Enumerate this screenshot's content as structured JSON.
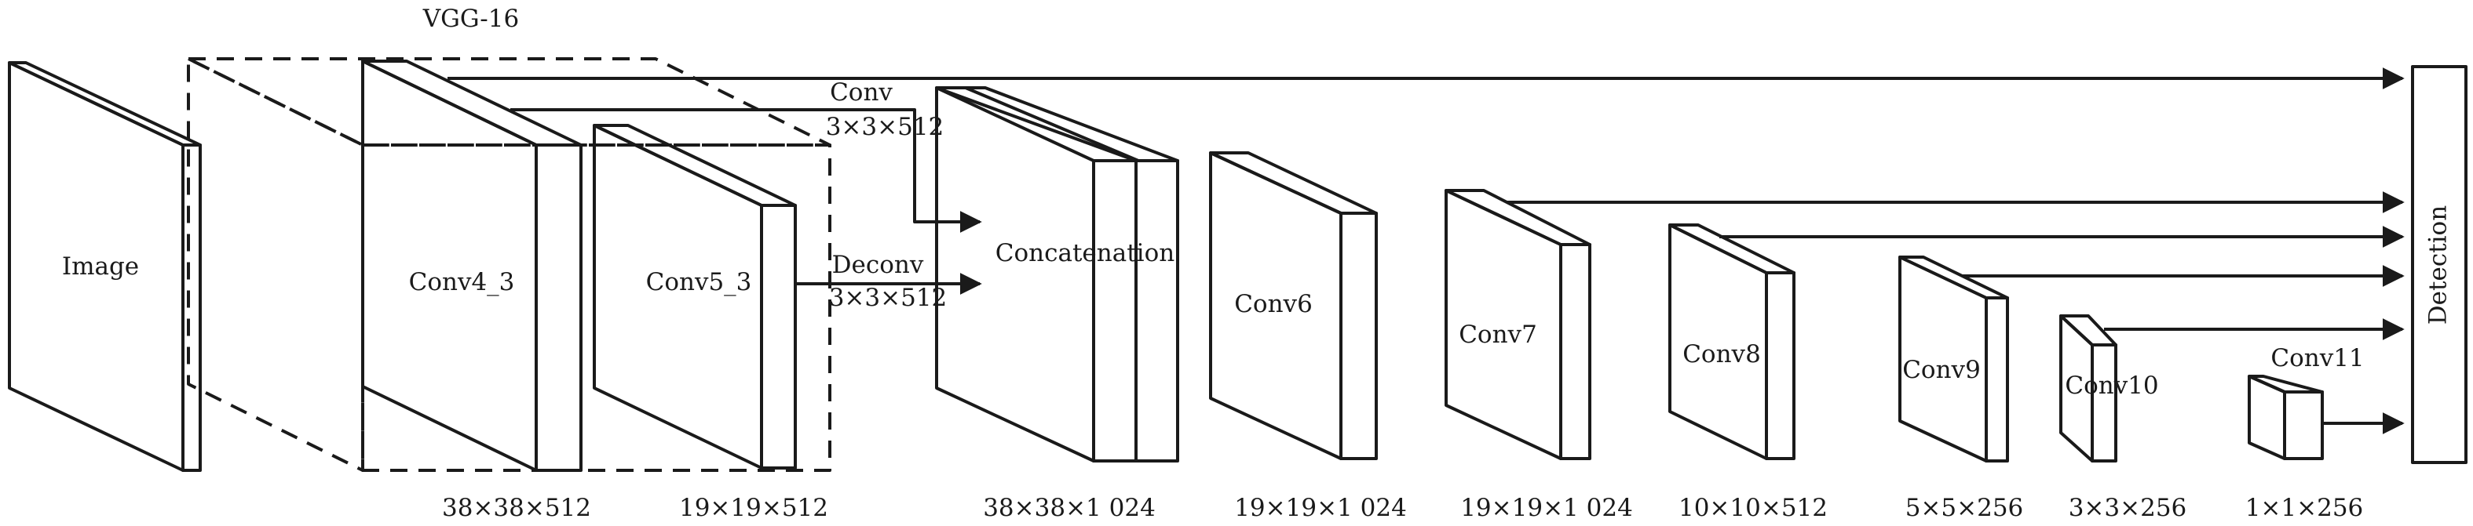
{
  "backbone_label": "VGG-16",
  "input": {
    "label": "Image"
  },
  "layers": {
    "conv4_3": {
      "label": "Conv4_3",
      "dims": "38×38×512"
    },
    "conv5_3": {
      "label": "Conv5_3",
      "dims": "19×19×512"
    },
    "concat": {
      "label": "Concatenation",
      "dims": "38×38×1 024"
    },
    "conv6": {
      "label": "Conv6",
      "dims": "19×19×1 024"
    },
    "conv7": {
      "label": "Conv7",
      "dims": "19×19×1 024"
    },
    "conv8": {
      "label": "Conv8",
      "dims": "10×10×512"
    },
    "conv9": {
      "label": "Conv9",
      "dims": "5×5×256"
    },
    "conv10": {
      "label": "Conv10",
      "dims": "3×3×256"
    },
    "conv11": {
      "label": "Conv11",
      "dims": "1×1×256"
    }
  },
  "ops": {
    "conv": {
      "name": "Conv",
      "kernel": "3×3×512"
    },
    "deconv": {
      "name": "Deconv",
      "kernel": "3×3×512"
    }
  },
  "detection": {
    "label": "Detection"
  },
  "colors": {
    "stroke": "#1a1a1a",
    "background": "#ffffff"
  }
}
